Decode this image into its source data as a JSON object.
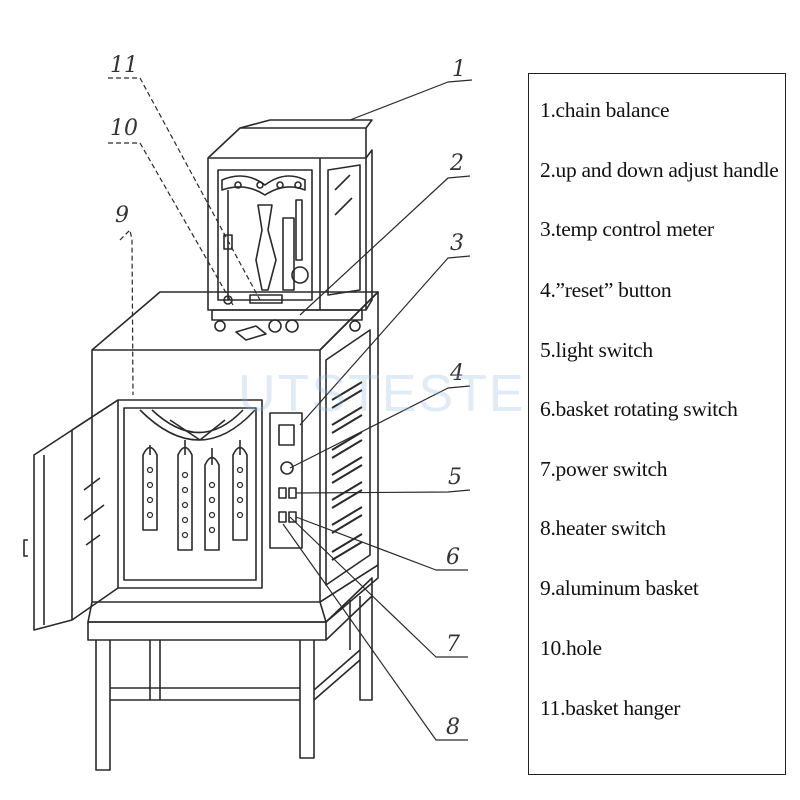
{
  "callout_numbers": [
    "1",
    "2",
    "3",
    "4",
    "5",
    "6",
    "7",
    "8",
    "9",
    "10",
    "11"
  ],
  "legend": {
    "items": [
      "1.chain balance",
      "2.up and down adjust handle",
      "3.temp control meter",
      "4.”reset” button",
      "5.light switch",
      "6.basket rotating switch",
      "7.power switch",
      "8.heater switch",
      "9.aluminum basket",
      "10.hole",
      "11.basket hanger"
    ]
  },
  "watermark": "UTSTESTER®",
  "colors": {
    "line": "#2a2a2a",
    "border": "#222222",
    "watermark": "#8cb9e1"
  }
}
